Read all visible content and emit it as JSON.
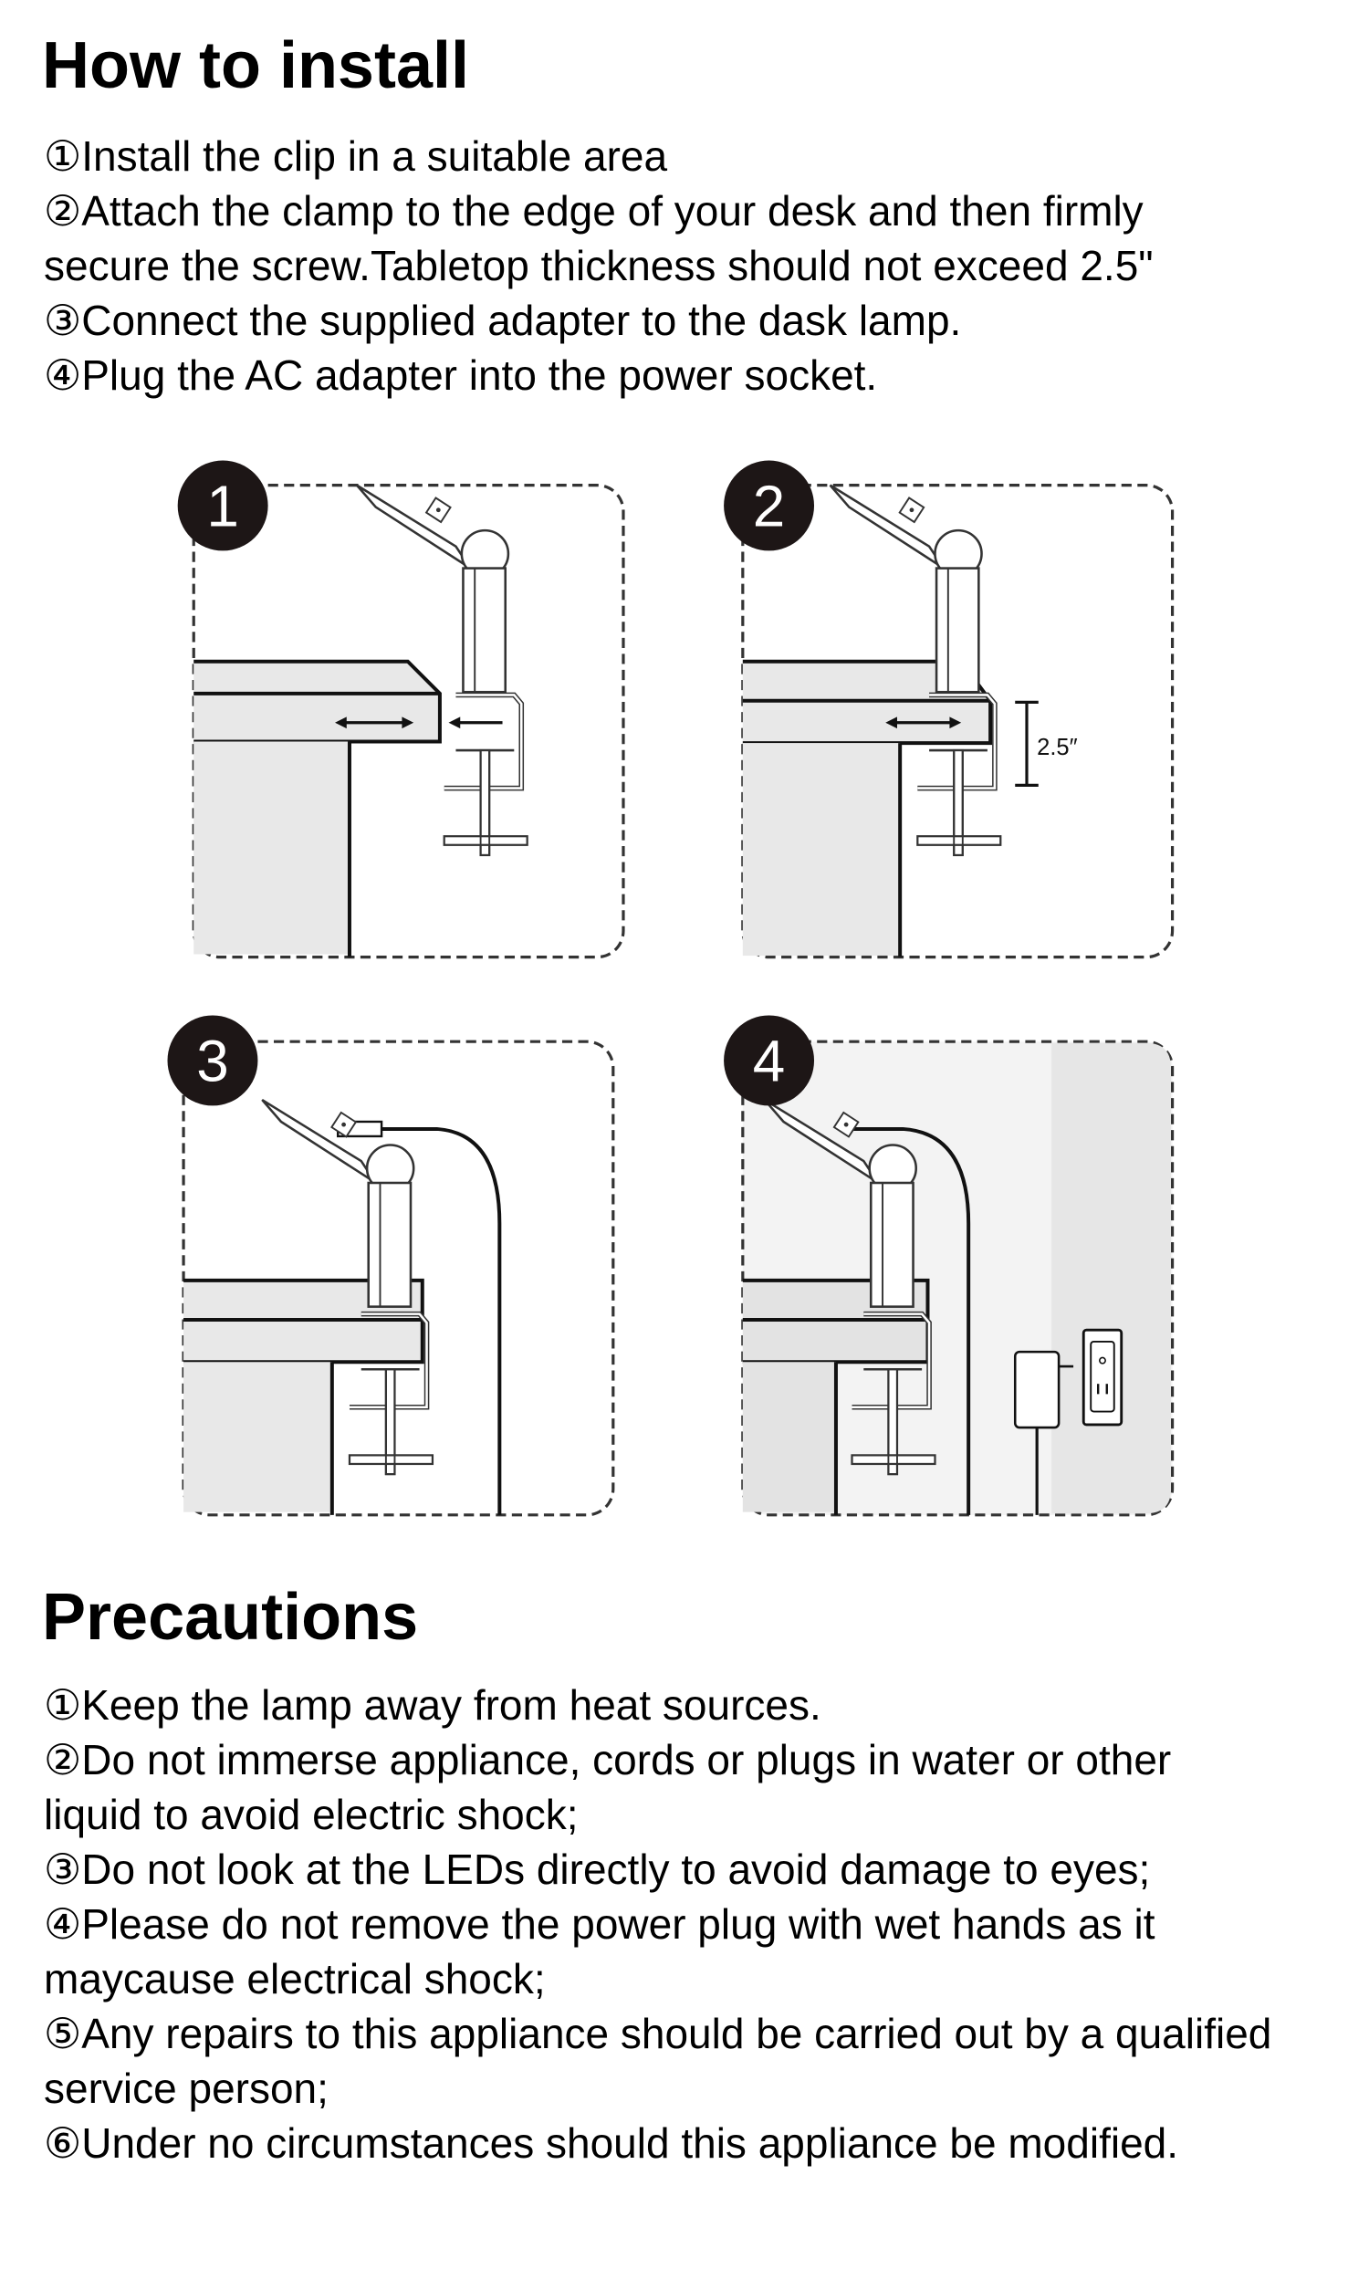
{
  "install": {
    "title": "How to install",
    "steps": [
      "①Install the clip in a suitable area",
      "②Attach the clamp to the edge of your desk and then firmly",
      "secure the screw.Tabletop thickness should not exceed 2.5\"",
      "③Connect the supplied adapter to the dask lamp.",
      "④Plug the AC adapter into the power socket."
    ]
  },
  "diagrams": {
    "step_numbers": [
      "1",
      "2",
      "3",
      "4"
    ],
    "thickness_label": "2.5″"
  },
  "precautions": {
    "title": "Precautions",
    "items": [
      "①Keep the lamp away from heat sources.",
      "②Do not immerse appliance, cords or plugs in water or other",
      "liquid to avoid electric shock;",
      "③Do not look at the LEDs directly to avoid damage to eyes;",
      "④Please do not remove the power plug with wet hands as it",
      "maycause electrical shock;",
      "⑤Any repairs to this appliance should be carried out by a qualified",
      "service person;",
      "⑥Under no circumstances should this appliance be modified."
    ]
  }
}
